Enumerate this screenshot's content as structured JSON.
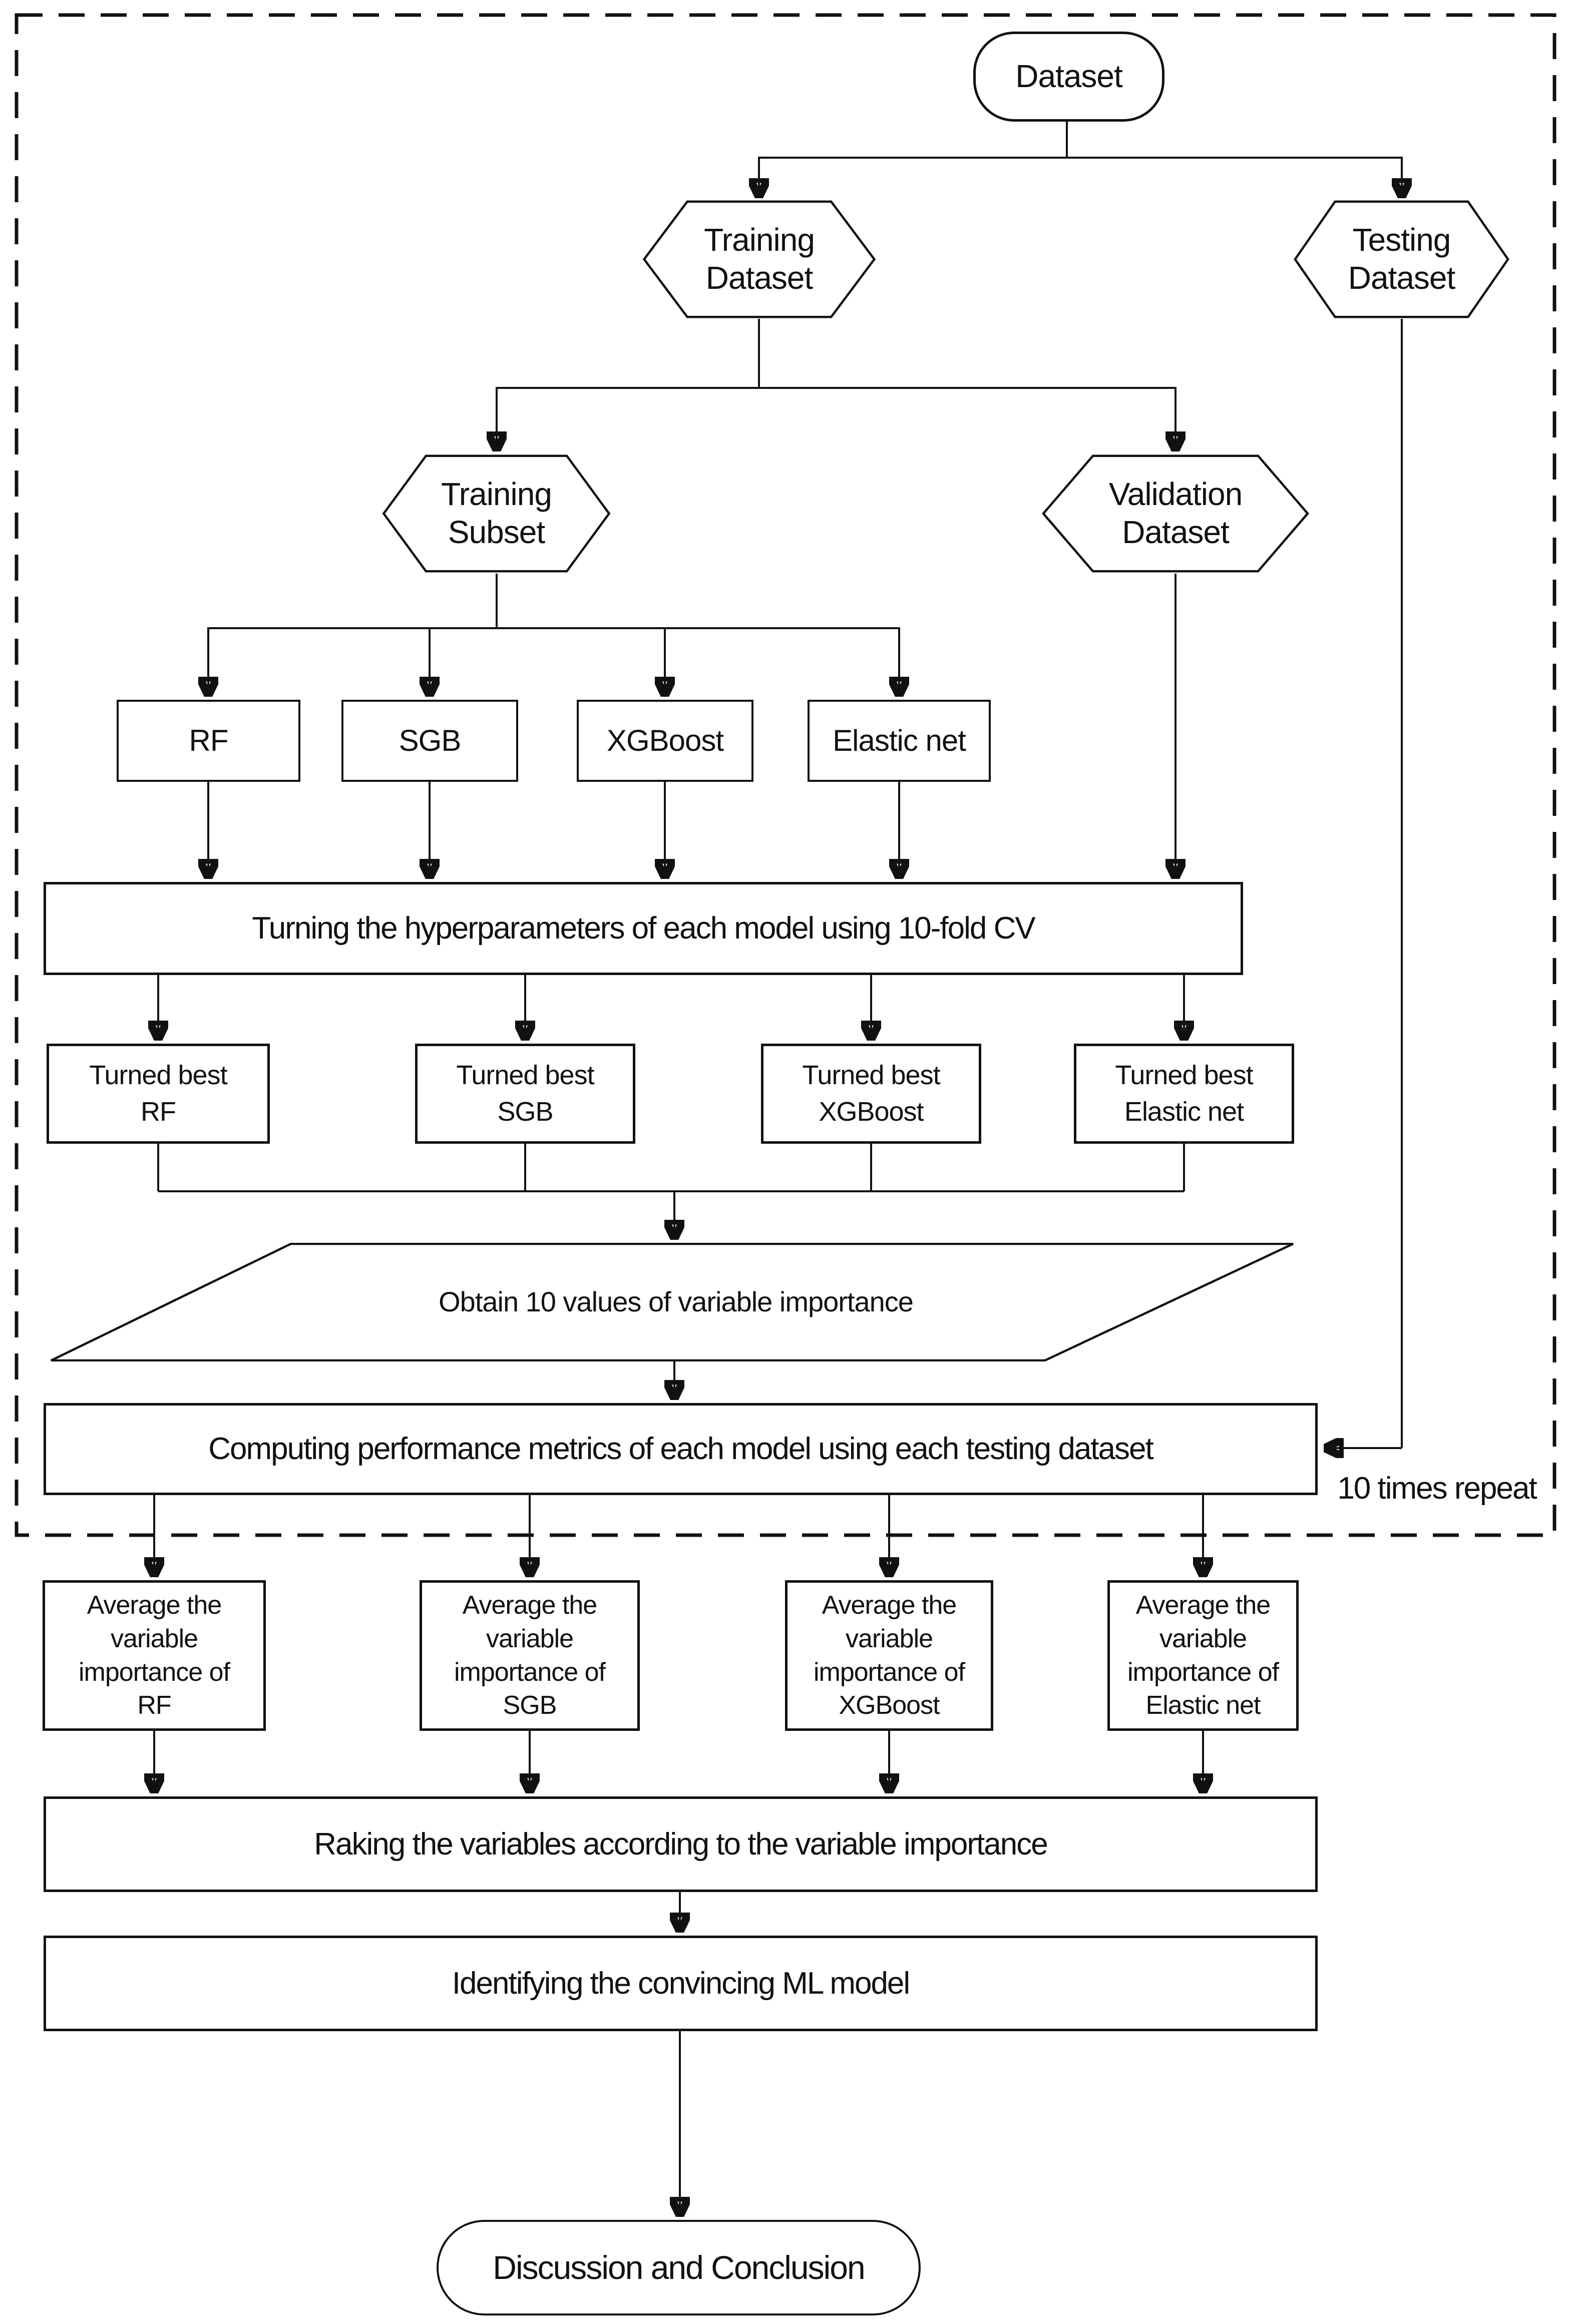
{
  "page": {
    "background": "#ffffff",
    "ink": "#111111"
  },
  "flowchart": {
    "nodes": {
      "dataset": {
        "shape": "rounded-rect",
        "label": "Dataset"
      },
      "training_dataset": {
        "shape": "hexagon",
        "label": "Training\nDataset"
      },
      "testing_dataset": {
        "shape": "hexagon",
        "label": "Testing\nDataset"
      },
      "training_subset": {
        "shape": "hexagon",
        "label": "Training\nSubset"
      },
      "validation_dataset": {
        "shape": "hexagon",
        "label": "Validation\nDataset"
      },
      "rf": {
        "shape": "rect",
        "label": "RF"
      },
      "sgb": {
        "shape": "rect",
        "label": "SGB"
      },
      "xgboost": {
        "shape": "rect",
        "label": "XGBoost"
      },
      "elastic_net": {
        "shape": "rect",
        "label": "Elastic net"
      },
      "tuning": {
        "shape": "rect",
        "label": "Turning the hyperparameters of each model using 10-fold CV"
      },
      "turned_rf": {
        "shape": "rect",
        "label": "Turned best\nRF"
      },
      "turned_sgb": {
        "shape": "rect",
        "label": "Turned best\nSGB"
      },
      "turned_xgboost": {
        "shape": "rect",
        "label": "Turned best\nXGBoost"
      },
      "turned_elastic_net": {
        "shape": "rect",
        "label": "Turned best\nElastic net"
      },
      "obtain_importance": {
        "shape": "parallelogram",
        "label": "Obtain 10 values of variable importance"
      },
      "compute_metrics": {
        "shape": "rect",
        "label": "Computing performance metrics of each model using each testing dataset"
      },
      "avg_rf": {
        "shape": "rect",
        "label": "Average the\nvariable\nimportance of\nRF"
      },
      "avg_sgb": {
        "shape": "rect",
        "label": "Average the\nvariable\nimportance of\nSGB"
      },
      "avg_xgboost": {
        "shape": "rect",
        "label": "Average the\nvariable\nimportance of\nXGBoost"
      },
      "avg_elastic_net": {
        "shape": "rect",
        "label": "Average the\nvariable\nimportance of\nElastic net"
      },
      "ranking": {
        "shape": "rect",
        "label": "Raking the variables according to the variable importance"
      },
      "identify": {
        "shape": "rect",
        "label": "Identifying the convincing ML model"
      },
      "conclusion": {
        "shape": "stadium",
        "label": "Discussion and Conclusion"
      }
    },
    "annotations": {
      "repeat": "10 times repeat"
    }
  }
}
